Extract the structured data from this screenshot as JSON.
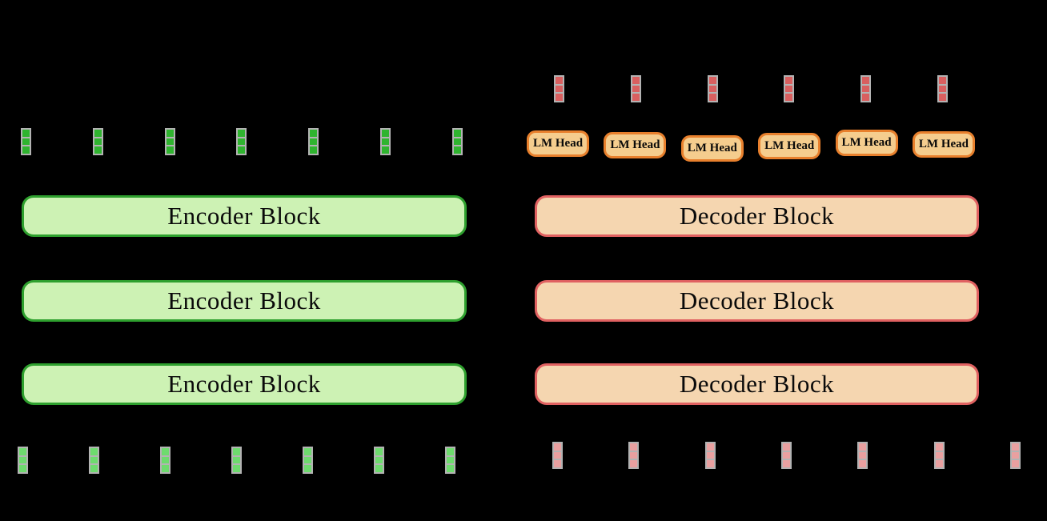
{
  "colors": {
    "background": "#000000",
    "block_text": "#0a0a0a",
    "encoder_fill": "#cdf2b4",
    "encoder_border": "#2ea02e",
    "decoder_fill": "#f5d6b0",
    "decoder_border": "#e06161",
    "lm_head_fill": "#f5cd8e",
    "lm_head_border": "#e8802d",
    "token_border": "#b3b3b3",
    "encoder_hidden_token": "#2fb42f",
    "encoder_input_token": "#6edb6e",
    "decoder_output_token": "#d95f5f",
    "decoder_input_token": "#e9a0a0"
  },
  "encoder": {
    "blocks": [
      {
        "label": "Encoder Block"
      },
      {
        "label": "Encoder Block"
      },
      {
        "label": "Encoder Block"
      }
    ],
    "hidden_tokens": {
      "count": 7,
      "cells_per_token": 3
    },
    "input_tokens": {
      "count": 7,
      "cells_per_token": 3
    }
  },
  "decoder": {
    "blocks": [
      {
        "label": "Decoder Block"
      },
      {
        "label": "Decoder Block"
      },
      {
        "label": "Decoder Block"
      }
    ],
    "output_tokens": {
      "count": 6,
      "cells_per_token": 3
    },
    "input_tokens": {
      "count": 7,
      "cells_per_token": 3
    }
  },
  "lm_heads": [
    {
      "label": "LM Head"
    },
    {
      "label": "LM Head"
    },
    {
      "label": "LM Head"
    },
    {
      "label": "LM Head"
    },
    {
      "label": "LM Head"
    },
    {
      "label": "LM Head"
    }
  ]
}
